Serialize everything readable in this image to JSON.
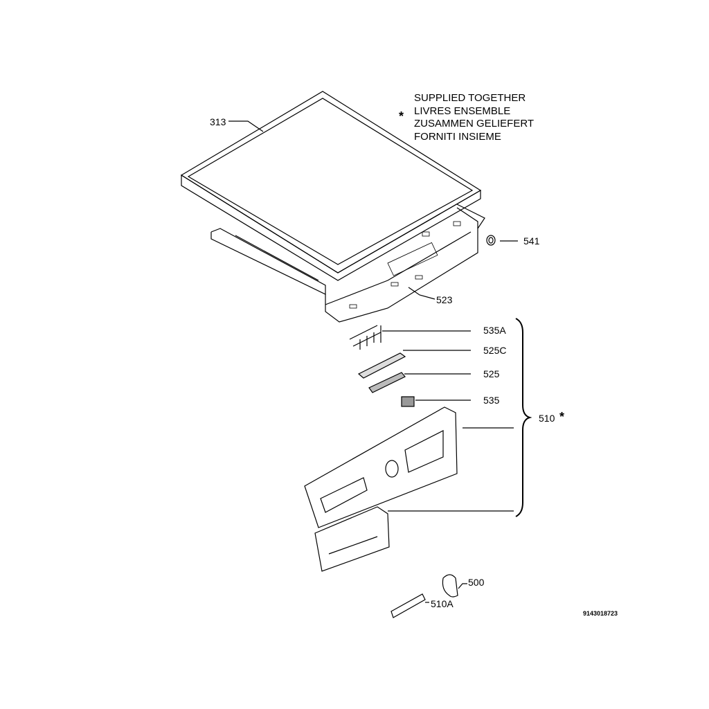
{
  "note": {
    "symbol": "*",
    "lines": [
      "SUPPLIED TOGETHER",
      "LIVRES ENSEMBLE",
      "ZUSAMMEN GELIEFERT",
      "FORNITI INSIEME"
    ]
  },
  "parts": {
    "p313": "313",
    "p541": "541",
    "p523": "523",
    "p535A": "535A",
    "p525C": "525C",
    "p525": "525",
    "p535": "535",
    "p510": "510",
    "p510_star": "*",
    "p500": "500",
    "p510A": "510A"
  },
  "drawing_code": "9143018723"
}
